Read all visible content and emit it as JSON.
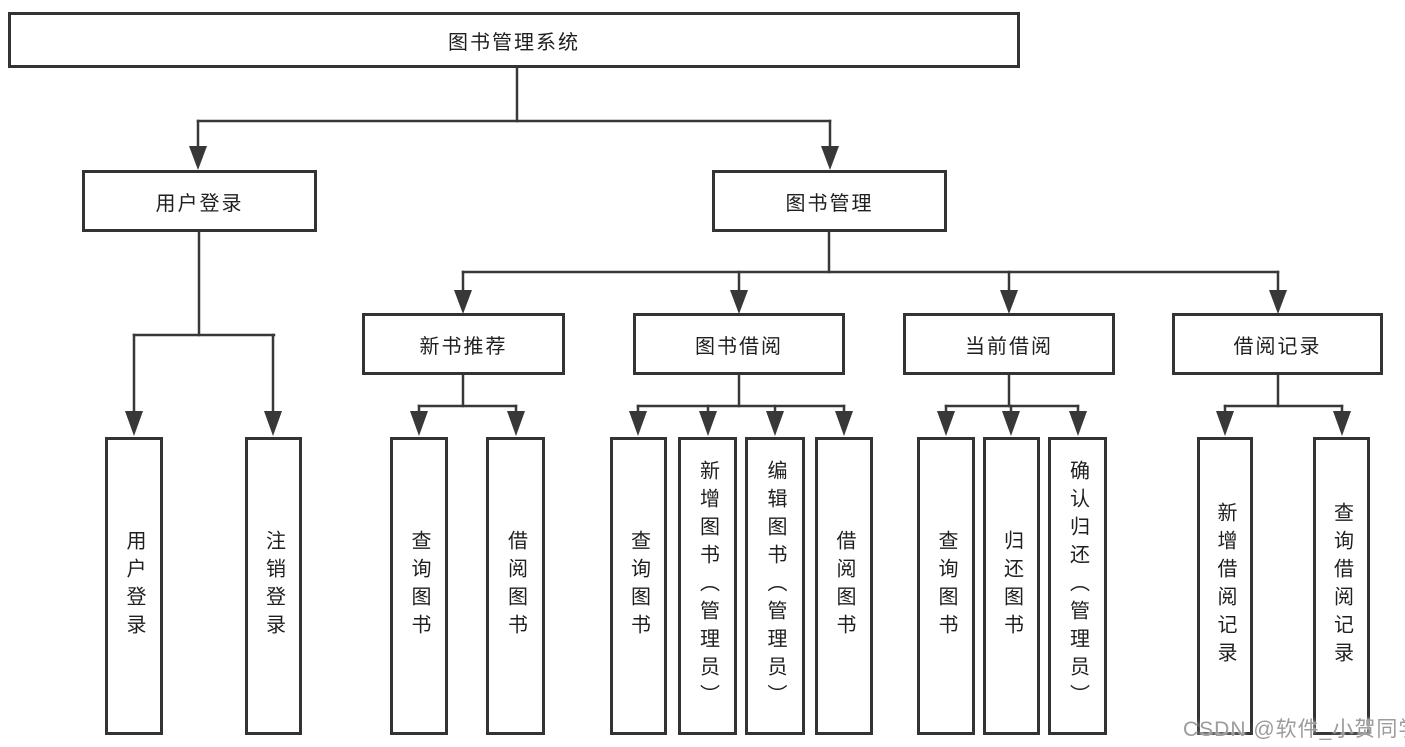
{
  "diagram": {
    "root": {
      "label": "图书管理系统"
    },
    "level2": {
      "user_login": {
        "label": "用户登录"
      },
      "book_management": {
        "label": "图书管理"
      }
    },
    "level3": {
      "new_book_recommend": {
        "label": "新书推荐"
      },
      "book_borrow": {
        "label": "图书借阅"
      },
      "current_borrow": {
        "label": "当前借阅"
      },
      "borrow_record": {
        "label": "借阅记录"
      }
    },
    "leaves": {
      "user_login": {
        "label": "用户登录"
      },
      "logout": {
        "label": "注销登录"
      },
      "rec_query_book": {
        "label": "查询图书"
      },
      "rec_borrow_book": {
        "label": "借阅图书"
      },
      "bb_query_book": {
        "label": "查询图书"
      },
      "bb_add_book": {
        "label": "新增图书（管理员）"
      },
      "bb_edit_book": {
        "label": "编辑图书（管理员）"
      },
      "bb_borrow_book": {
        "label": "借阅图书"
      },
      "cb_query_book": {
        "label": "查询图书"
      },
      "cb_return_book": {
        "label": "归还图书"
      },
      "cb_confirm_return": {
        "label": "确认归还（管理员）"
      },
      "br_add_record": {
        "label": "新增借阅记录"
      },
      "br_query_record": {
        "label": "查询借阅记录"
      }
    },
    "watermark": "CSDN @软件_小贺同学",
    "colors": {
      "line": "#383838",
      "box_border": "#333333",
      "text": "#1f1f1f",
      "watermark": "#9c9c9c",
      "background": "#ffffff"
    }
  }
}
